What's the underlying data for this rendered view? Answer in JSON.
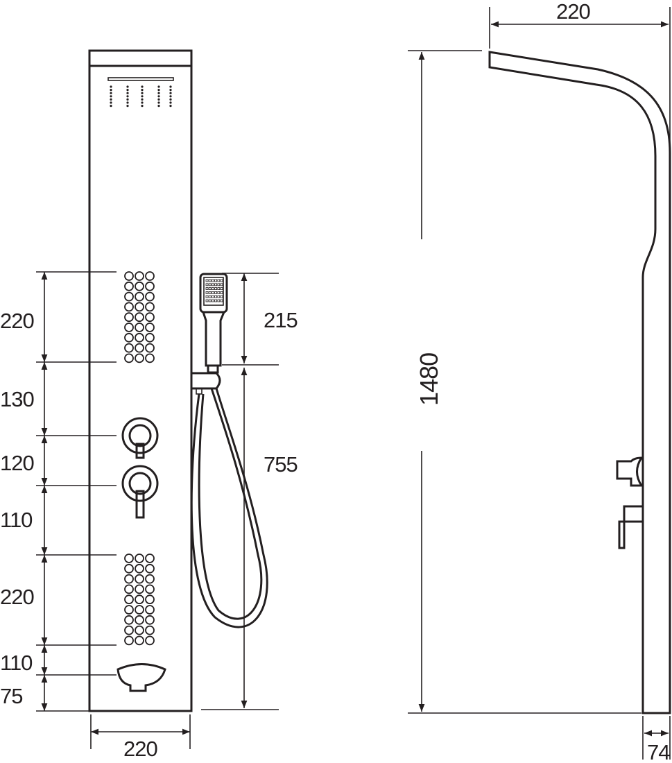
{
  "front_view": {
    "vertical_dims": [
      "220",
      "130",
      "120",
      "110",
      "220",
      "110",
      "75"
    ],
    "width_dim": "220",
    "hand_shower_dim": "215",
    "holder_height_dim": "755"
  },
  "side_view": {
    "height_dim": "1480",
    "projection_dim": "220",
    "depth_dim": "74"
  },
  "colors": {
    "line": "#231f20",
    "background": "#ffffff"
  }
}
